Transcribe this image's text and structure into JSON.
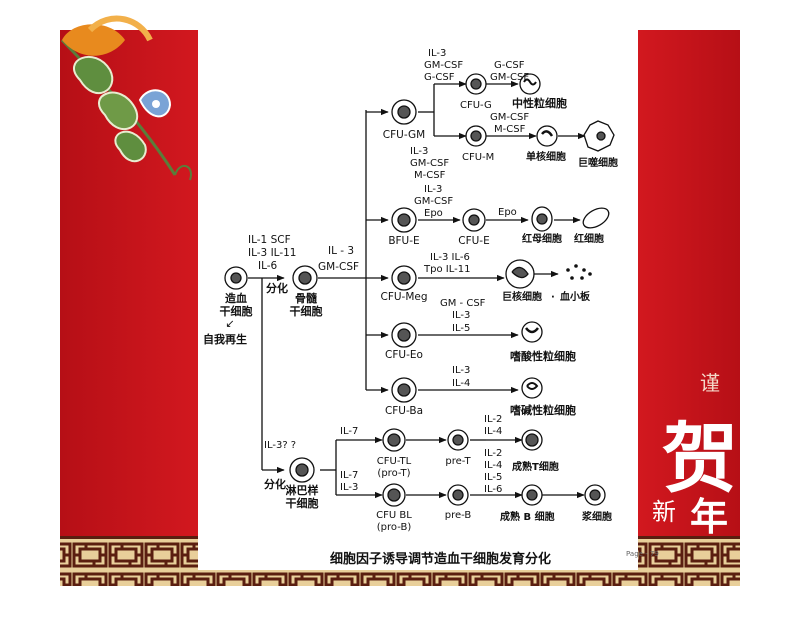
{
  "colors": {
    "panel_red": "#c8141c",
    "panel_red_dark": "#8e0c12",
    "lattice_gold": "#e8cf9a",
    "lattice_dark": "#5a1e10",
    "ink": "#111111"
  },
  "icons": {
    "left_art": "morning-glory-flower-icon",
    "right_art": "he-xin-nian-calligraphy-icon"
  },
  "calligraphy": {
    "small_top": "谨",
    "big": "贺",
    "bottom_a": "新",
    "bottom_b": "年"
  },
  "stem": {
    "name_1": "造血",
    "name_2": "干细胞",
    "arrow": "↙",
    "self_renew": "自我再生"
  },
  "stem_factors": {
    "f1": "IL-1  SCF",
    "f2": "IL-3  IL-11",
    "f3": "IL-6"
  },
  "branch_upper": "分化",
  "marrow": {
    "name_1": "骨髓",
    "name_2": "干细胞"
  },
  "marrow_factors": {
    "f1": "IL - 3",
    "f2": "GM-CSF"
  },
  "gm": {
    "label": "CFU-GM",
    "f_top": [
      "IL-3",
      "GM-CSF",
      "G-CSF"
    ],
    "f_bottom": [
      "IL-3",
      "GM-CSF",
      "M-CSF"
    ],
    "cfu_g": "CFU-G",
    "cfu_m": "CFU-M",
    "f_g": [
      "G-CSF",
      "GM-CSF"
    ],
    "f_m": [
      "GM-CSF",
      "M-CSF"
    ],
    "neutrophil": "中性粒细胞",
    "monocyte": "单核细胞",
    "macrophage": "巨噬细胞"
  },
  "erythroid": {
    "factors": [
      "IL-3",
      "GM-CSF",
      "Epo"
    ],
    "bfu": "BFU-E",
    "cfu": "CFU-E",
    "epo": "Epo",
    "erythroblast": "红母细胞",
    "rbc": "红细胞"
  },
  "meg": {
    "label": "CFU-Meg",
    "factors": [
      "IL-3  IL-6",
      "Tpo  IL-11"
    ],
    "megakaryocyte": "巨核细胞",
    "dot": "·",
    "platelet": "血小板"
  },
  "eo": {
    "label": "CFU-Eo",
    "factors": [
      "GM - CSF",
      "IL-3",
      "IL-5"
    ],
    "cell": "嗜酸性粒细胞"
  },
  "ba": {
    "label": "CFU-Ba",
    "factors": [
      "IL-3",
      "IL-4"
    ],
    "cell": "嗜碱性粒细胞"
  },
  "lymph_branch": {
    "factor": "IL-3? ?",
    "label": "分化"
  },
  "lymph_stem": {
    "name_1": "淋巴样",
    "name_2": "干细胞"
  },
  "t_line": {
    "factor": "IL-7",
    "cfu_1": "CFU-TL",
    "cfu_2": "(pro-T)",
    "pre": "pre-T",
    "f_mature": [
      "IL-2",
      "IL-4"
    ],
    "mature": "成熟T细胞"
  },
  "b_line": {
    "factors": [
      "IL-7",
      "IL-3"
    ],
    "cfu_1": "CFU  BL",
    "cfu_2": "(pro-B)",
    "pre": "pre-B",
    "f_mature": [
      "IL-2",
      "IL-4",
      "IL-5",
      "IL-6"
    ],
    "mature": "成熟 B 细胞",
    "plasma": "浆细胞"
  },
  "caption": "细胞因子诱导调节造血干细胞发育分化",
  "page_label": "Page - 79"
}
